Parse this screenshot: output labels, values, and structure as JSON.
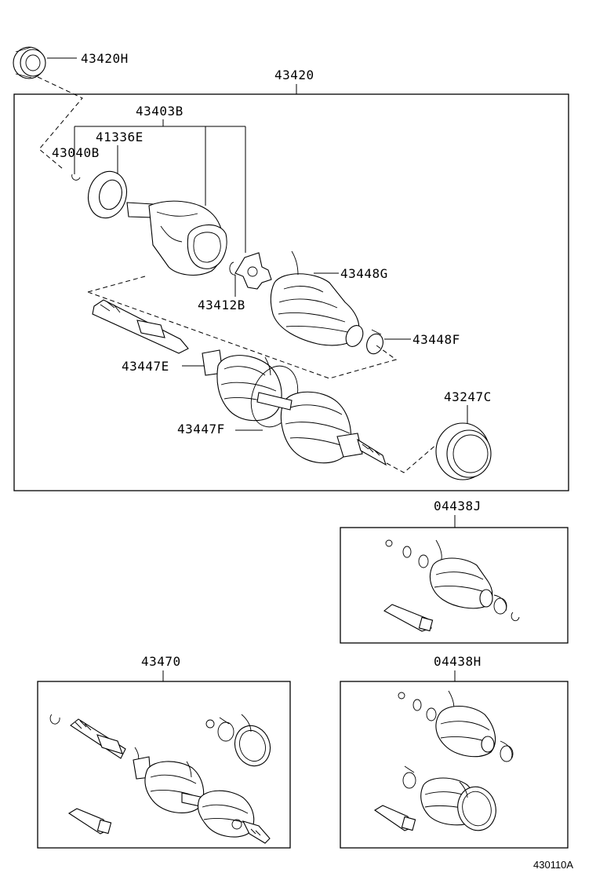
{
  "labels": {
    "l43420H": "43420H",
    "l43420": "43420",
    "l43403B": "43403B",
    "l41336E": "41336E",
    "l43040B": "43040B",
    "l43448G": "43448G",
    "l43412B": "43412B",
    "l43448F": "43448F",
    "l43447E": "43447E",
    "l43447F": "43447F",
    "l43247C": "43247C",
    "l04438J": "04438J",
    "l43470": "43470",
    "l04438H": "04438H"
  },
  "figure_ref": "430110A"
}
